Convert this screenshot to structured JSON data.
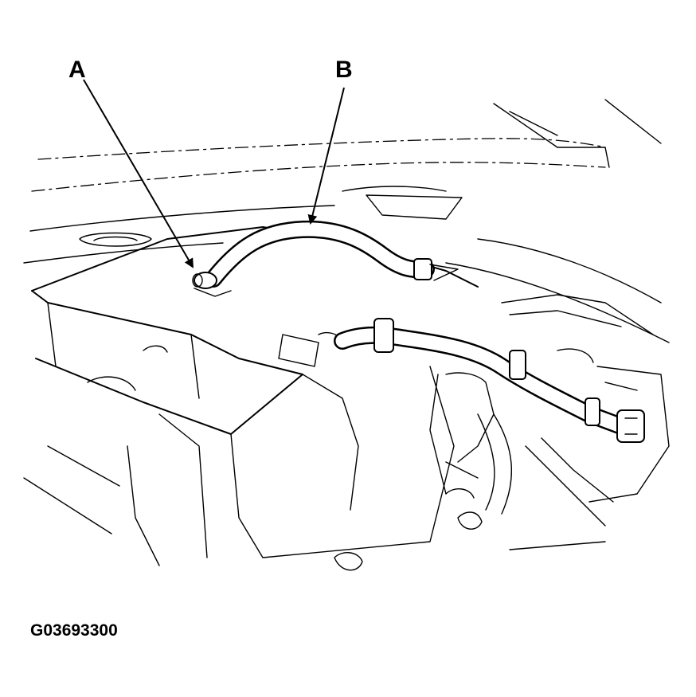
{
  "callouts": {
    "a": "A",
    "b": "B"
  },
  "figure_id": "G03693300",
  "colors": {
    "line": "#000000",
    "background": "#ffffff"
  }
}
